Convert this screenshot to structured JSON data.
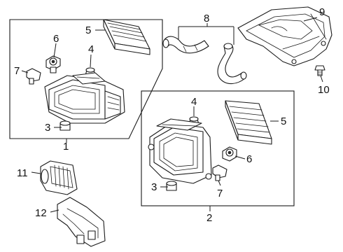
{
  "callouts": {
    "c1": "1",
    "c2": "2",
    "c3a": "3",
    "c3b": "3",
    "c4a": "4",
    "c4b": "4",
    "c5a": "5",
    "c5b": "5",
    "c6a": "6",
    "c6b": "6",
    "c7a": "7",
    "c7b": "7",
    "c8": "8",
    "c9": "9",
    "c10": "10",
    "c11": "11",
    "c12": "12"
  }
}
